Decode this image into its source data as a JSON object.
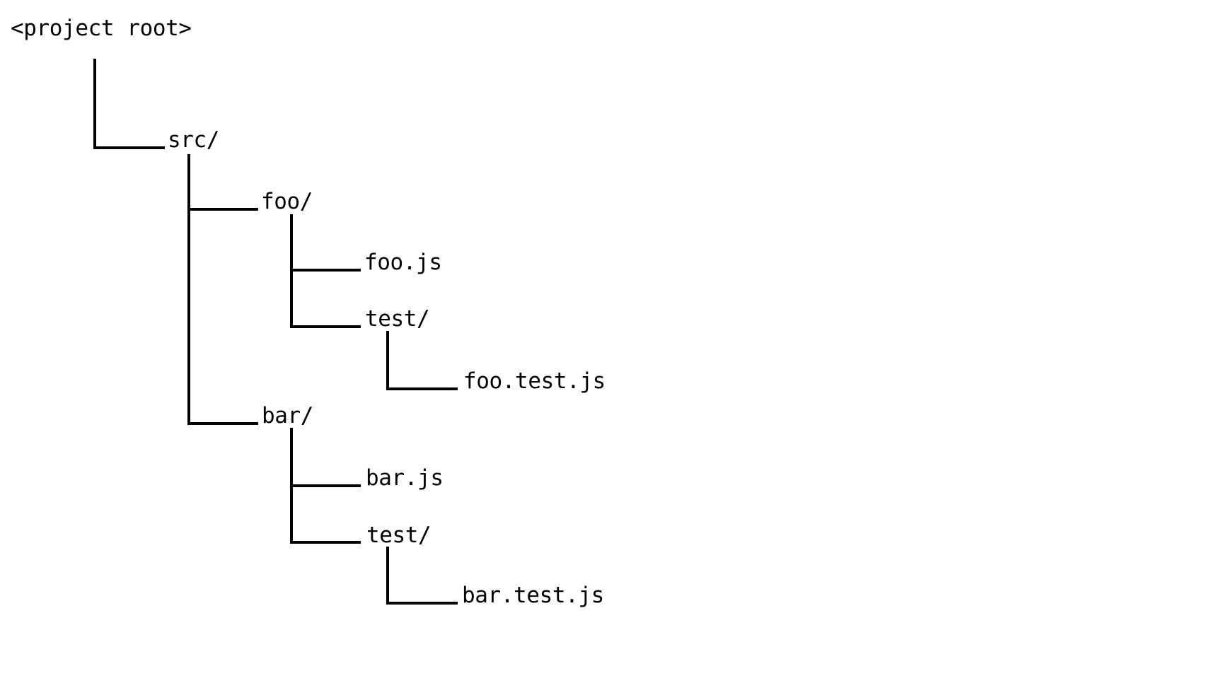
{
  "diagram": {
    "type": "directory-tree",
    "colors": {
      "background": "#ffffff",
      "line": "#000000",
      "text": "#000000"
    },
    "tree": {
      "label": "<project root>",
      "children": [
        {
          "label": "src/",
          "children": [
            {
              "label": "foo/",
              "children": [
                {
                  "label": "foo.js",
                  "children": []
                },
                {
                  "label": "test/",
                  "children": [
                    {
                      "label": "foo.test.js",
                      "children": []
                    }
                  ]
                }
              ]
            },
            {
              "label": "bar/",
              "children": [
                {
                  "label": "bar.js",
                  "children": []
                },
                {
                  "label": "test/",
                  "children": [
                    {
                      "label": "bar.test.js",
                      "children": []
                    }
                  ]
                }
              ]
            }
          ]
        }
      ]
    }
  }
}
